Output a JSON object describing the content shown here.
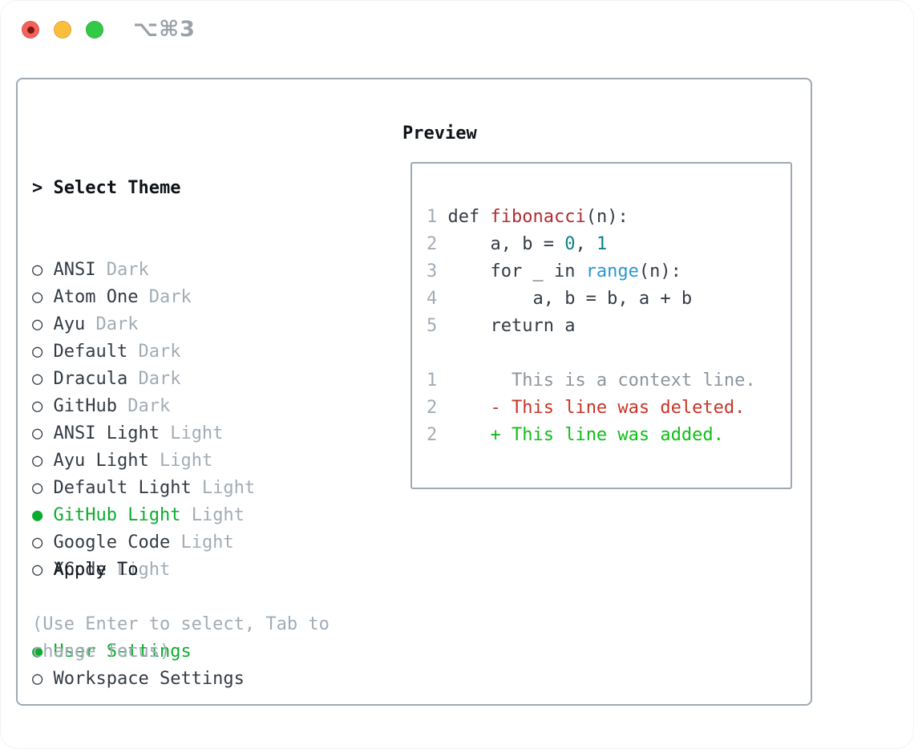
{
  "window": {
    "title": "⌥⌘3",
    "traffic_lights": {
      "close": "red",
      "minimize": "yellow",
      "zoom": "green"
    }
  },
  "colors": {
    "accent_green": "#0cad2f",
    "added_green": "#0fbe17",
    "deleted_red": "#c93428",
    "function_red": "#b12d31",
    "number_teal": "#0c7f87",
    "builtin_blue": "#2b97cf",
    "muted_gray": "#a2acb6",
    "text_dark": "#343b45",
    "border_gray": "#a0a9b2"
  },
  "theme_picker": {
    "prompt": ">",
    "header": "Select Theme",
    "marker_unselected": "○",
    "marker_selected": "●",
    "items": [
      {
        "name": "ANSI",
        "variant": "Dark",
        "selected": false
      },
      {
        "name": "Atom One",
        "variant": "Dark",
        "selected": false
      },
      {
        "name": "Ayu",
        "variant": "Dark",
        "selected": false
      },
      {
        "name": "Default",
        "variant": "Dark",
        "selected": false
      },
      {
        "name": "Dracula",
        "variant": "Dark",
        "selected": false
      },
      {
        "name": "GitHub",
        "variant": "Dark",
        "selected": false
      },
      {
        "name": "ANSI Light",
        "variant": "Light",
        "selected": false
      },
      {
        "name": "Ayu Light",
        "variant": "Light",
        "selected": false
      },
      {
        "name": "Default Light",
        "variant": "Light",
        "selected": false
      },
      {
        "name": "GitHub Light",
        "variant": "Light",
        "selected": true
      },
      {
        "name": "Google Code",
        "variant": "Light",
        "selected": false
      },
      {
        "name": "XCode",
        "variant": "Light",
        "selected": false
      }
    ]
  },
  "apply_to": {
    "header": "Apply To",
    "options": [
      {
        "label": "User Settings",
        "selected": true
      },
      {
        "label": "Workspace Settings",
        "selected": false
      }
    ]
  },
  "hint": "(Use Enter to select, Tab to change focus)",
  "preview": {
    "header": "Preview",
    "lines": [
      {
        "num": "1",
        "tokens": [
          {
            "t": "def ",
            "c": "plain"
          },
          {
            "t": "fibonacci",
            "c": "func"
          },
          {
            "t": "(n):",
            "c": "plain"
          }
        ]
      },
      {
        "num": "2",
        "tokens": [
          {
            "t": "    a, b = ",
            "c": "plain"
          },
          {
            "t": "0",
            "c": "num"
          },
          {
            "t": ", ",
            "c": "plain"
          },
          {
            "t": "1",
            "c": "num"
          }
        ]
      },
      {
        "num": "3",
        "tokens": [
          {
            "t": "    for _ in ",
            "c": "plain"
          },
          {
            "t": "range",
            "c": "builtin"
          },
          {
            "t": "(n):",
            "c": "plain"
          }
        ]
      },
      {
        "num": "4",
        "tokens": [
          {
            "t": "        a, b = b, a + b",
            "c": "plain"
          }
        ]
      },
      {
        "num": "5",
        "tokens": [
          {
            "t": "    return a",
            "c": "plain"
          }
        ]
      },
      {
        "num": "",
        "tokens": []
      },
      {
        "num": "1",
        "tokens": [
          {
            "t": "      This is a context line.",
            "c": "context"
          }
        ]
      },
      {
        "num": "2",
        "tokens": [
          {
            "t": "    ",
            "c": "plain"
          },
          {
            "t": "- This line was deleted.",
            "c": "deleted"
          }
        ]
      },
      {
        "num": "2",
        "tokens": [
          {
            "t": "    ",
            "c": "plain"
          },
          {
            "t": "+ This line was added.",
            "c": "added"
          }
        ]
      }
    ]
  }
}
